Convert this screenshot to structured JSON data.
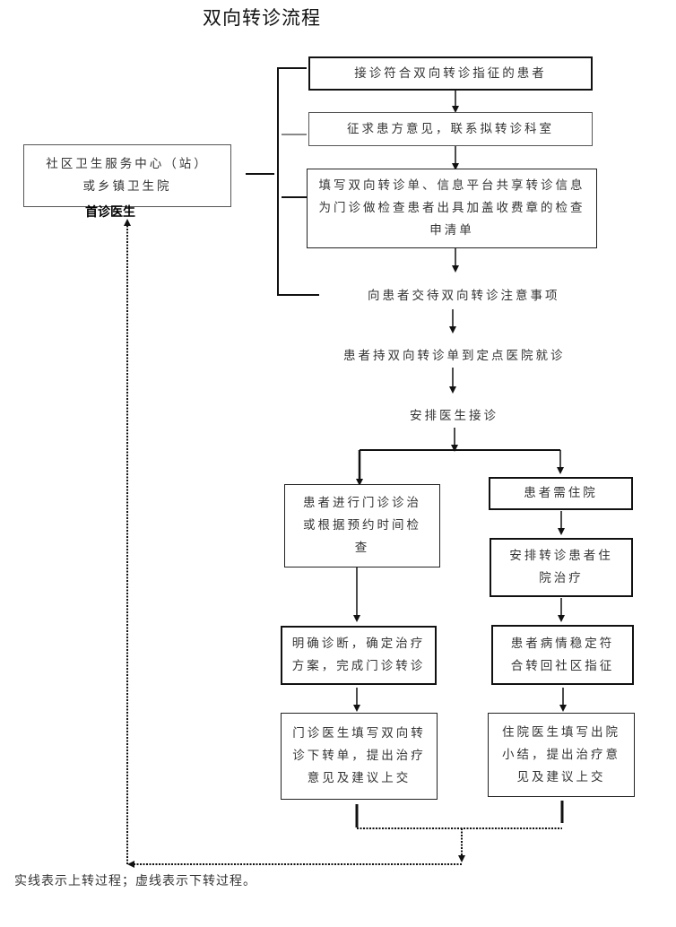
{
  "title": "双向转诊流程",
  "community_box": {
    "line1": "社区卫生服务中心（站）",
    "line2": "或乡镇卫生院",
    "label": "首诊医生"
  },
  "up_steps": [
    "接诊符合双向转诊指征的患者",
    "征求患方意见，联系拟转诊科室",
    "填写双向转诊单、信息平台共享转诊信息为门诊做检查患者出具加盖收费章的检查申清单",
    "向患者交待双向转诊注意事项"
  ],
  "hospital_steps": [
    "患者持双向转诊单到定点医院就诊",
    "安排医生接诊"
  ],
  "outpatient_branch": [
    "患者进行门诊诊治或根据预约时间检查",
    "明确诊断，确定治疗方案，完成门诊转诊",
    "门诊医生填写双向转诊下转单，提出治疗意见及建议上交"
  ],
  "inpatient_branch": [
    "患者需住院",
    "安排转诊患者住院治疗",
    "患者病情稳定符合转回社区指征",
    "住院医生填写出院小结，提出治疗意见及建议上交"
  ],
  "legend": "实线表示上转过程；虚线表示下转过程。"
}
